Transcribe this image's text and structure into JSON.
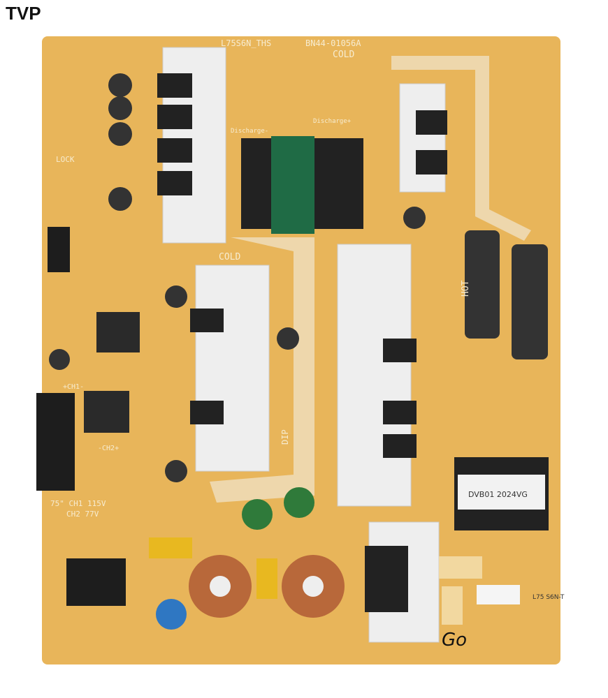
{
  "watermark": "TVP",
  "board": {
    "model": "L75S6N_THS",
    "part_number": "BN44-01056A",
    "labels": {
      "cold_top": "COLD",
      "cold_mid": "COLD",
      "hot": "HOT",
      "dip": "DIP",
      "lock": "LOCK",
      "ch1": "75\" CH1 115V",
      "ch2": "CH2 77V",
      "ch1_sym": "+CH1-",
      "ch2_sym": "-CH2+",
      "discharge1": "Discharge-",
      "discharge2": "Discharge+",
      "sticker": "L75 S6N-T",
      "transformer": "DVB01 2024VG",
      "handwritten": "Go"
    },
    "colors": {
      "pcb": "#e8b55a",
      "heatsink": "#f0f0f0",
      "silk": "#f7ecd0",
      "copper": "#b8683a"
    }
  }
}
